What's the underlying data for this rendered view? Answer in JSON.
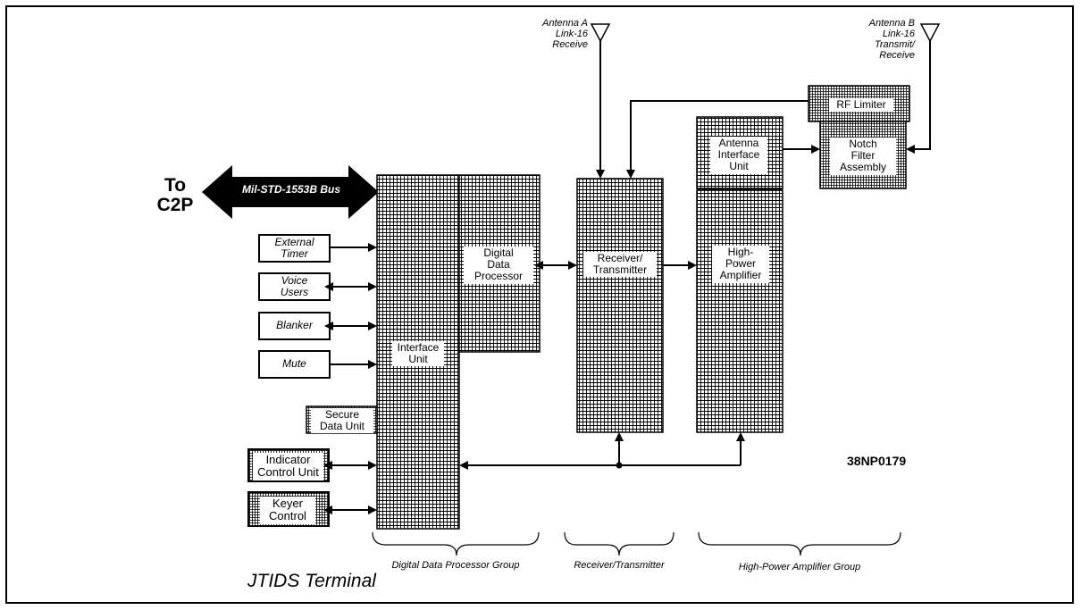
{
  "bus": {
    "to_label": "To\nC2P",
    "bus_label": "Mil-STD-1553B Bus"
  },
  "peripherals": {
    "external_timer": "External\nTimer",
    "voice_users": "Voice\nUsers",
    "blanker": "Blanker",
    "mute": "Mute",
    "secure_data_unit": "Secure\nData Unit",
    "indicator_control_unit": "Indicator\nControl Unit",
    "keyer_control": "Keyer\nControl"
  },
  "modules": {
    "interface_unit": "Interface\nUnit",
    "digital_data_processor": "Digital\nData\nProcessor",
    "receiver_transmitter": "Receiver/\nTransmitter",
    "antenna_interface_unit": "Antenna\nInterface\nUnit",
    "high_power_amplifier": "High-\nPower\nAmplifier",
    "rf_limiter": "RF Limiter",
    "notch_filter_assembly": "Notch\nFilter\nAssembly"
  },
  "antennas": {
    "a": "Antenna A\nLink-16\nReceive",
    "b": "Antenna B\nLink-16\nTransmit/\nReceive"
  },
  "groups": {
    "ddp": "Digital Data Processor Group",
    "rt": "Receiver/Transmitter",
    "hpa": "High-Power Amplifier Group"
  },
  "figure_id": "38NP0179",
  "terminal_label": "JTIDS Terminal"
}
